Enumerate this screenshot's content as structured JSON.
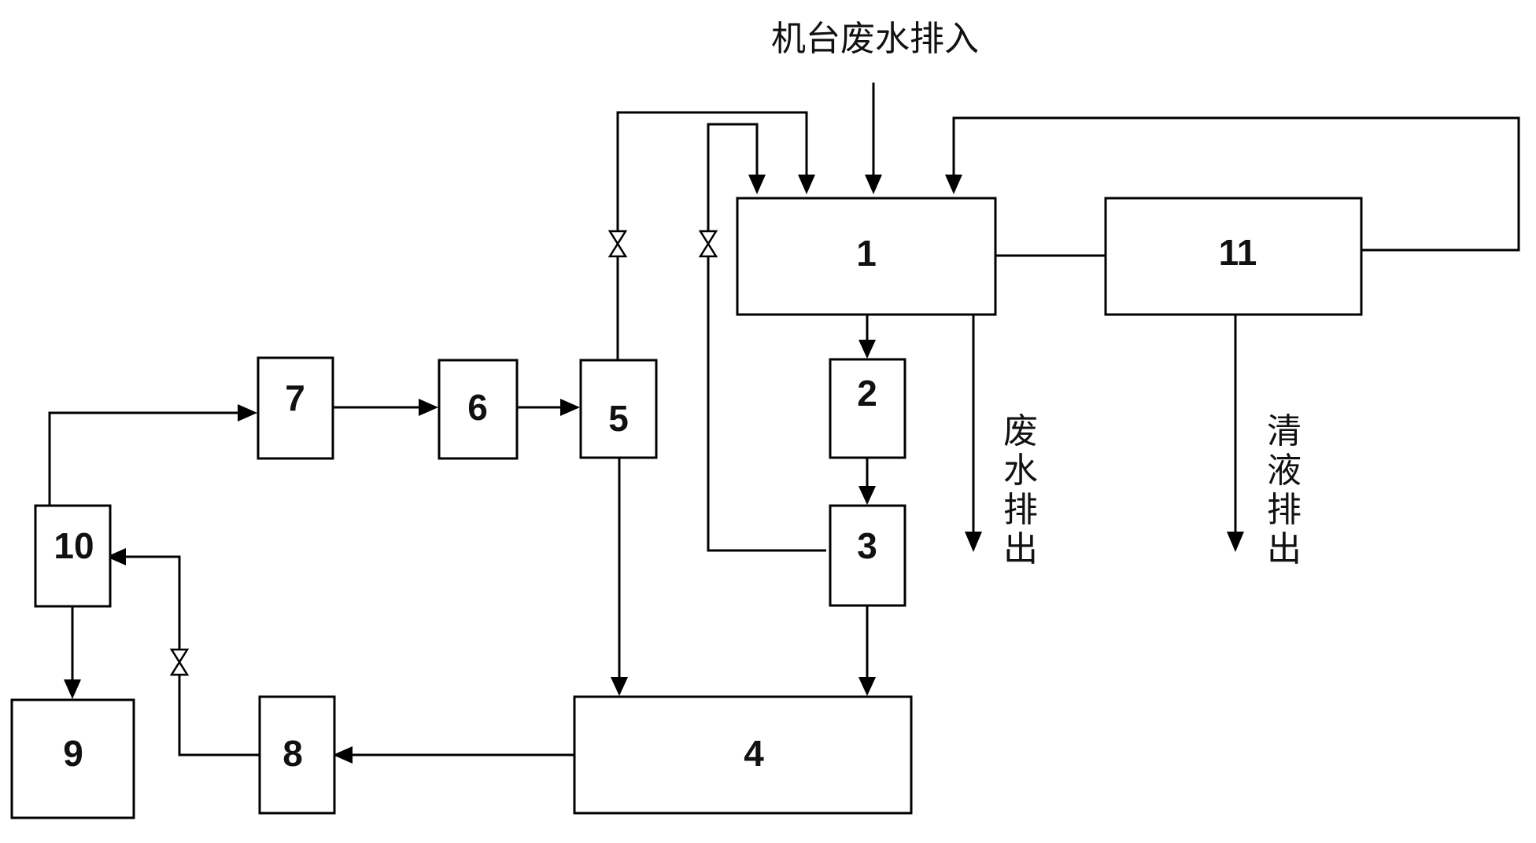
{
  "diagram": {
    "top_label": "机台废水排入",
    "units": [
      {
        "id": "1",
        "label": "1"
      },
      {
        "id": "2",
        "label": "2"
      },
      {
        "id": "3",
        "label": "3"
      },
      {
        "id": "4",
        "label": "4"
      },
      {
        "id": "5",
        "label": "5"
      },
      {
        "id": "6",
        "label": "6"
      },
      {
        "id": "7",
        "label": "7"
      },
      {
        "id": "8",
        "label": "8"
      },
      {
        "id": "9",
        "label": "9"
      },
      {
        "id": "10",
        "label": "10"
      },
      {
        "id": "11",
        "label": "11"
      }
    ],
    "outlets": {
      "waste_discharge": [
        "废",
        "水",
        "排",
        "出"
      ],
      "clear_discharge": [
        "清",
        "液",
        "排",
        "出"
      ]
    }
  }
}
